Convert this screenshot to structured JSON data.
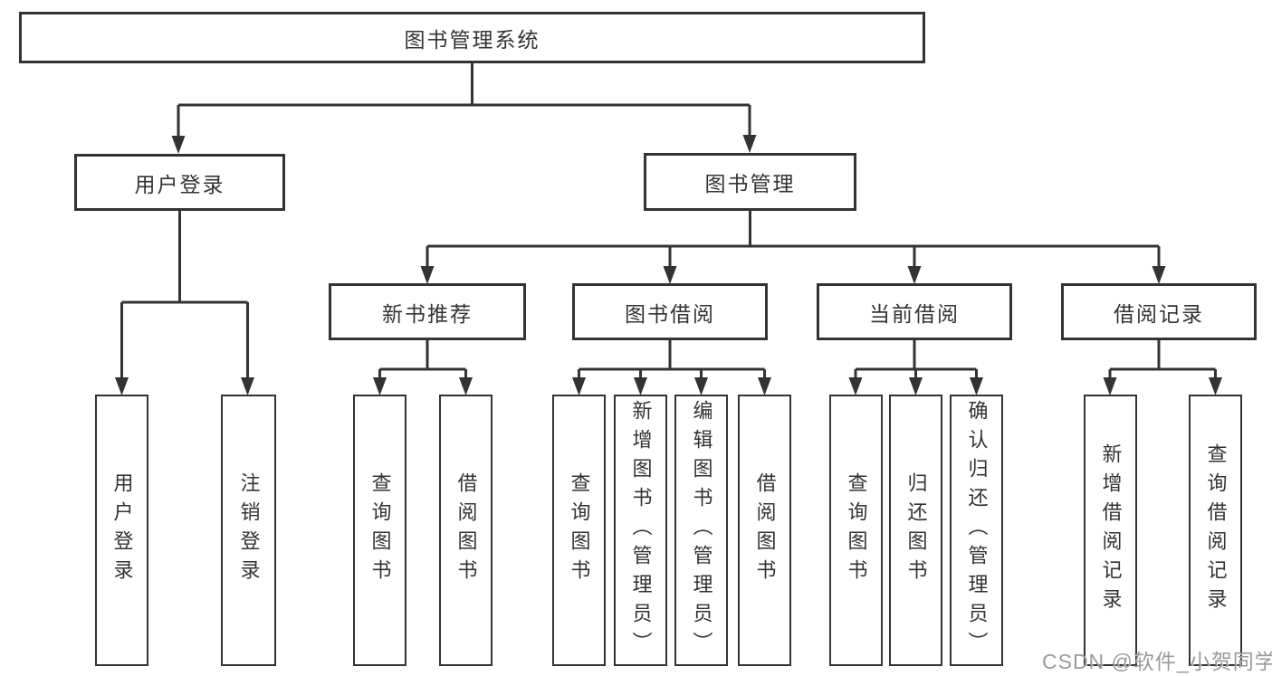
{
  "tree": {
    "label": "图书管理系统",
    "children": [
      {
        "label": "用户登录",
        "children": [
          {
            "label": "用户登录"
          },
          {
            "label": "注销登录"
          }
        ]
      },
      {
        "label": "图书管理",
        "children": [
          {
            "label": "新书推荐",
            "children": [
              {
                "label": "查询图书"
              },
              {
                "label": "借阅图书"
              }
            ]
          },
          {
            "label": "图书借阅",
            "children": [
              {
                "label": "查询图书"
              },
              {
                "label": "新增图书（管理员）"
              },
              {
                "label": "编辑图书（管理员）"
              },
              {
                "label": "借阅图书"
              }
            ]
          },
          {
            "label": "当前借阅",
            "children": [
              {
                "label": "查询图书"
              },
              {
                "label": "归还图书"
              },
              {
                "label": "确认归还（管理员）"
              }
            ]
          },
          {
            "label": "借阅记录",
            "children": [
              {
                "label": "新增借阅记录"
              },
              {
                "label": "查询借阅记录"
              }
            ]
          }
        ]
      }
    ]
  },
  "watermark": {
    "text": "CSDN @软件_小贺同学"
  },
  "colors": {
    "line": "#333333",
    "text": "#333333",
    "watermark": "#919191",
    "background": "#ffffff"
  }
}
